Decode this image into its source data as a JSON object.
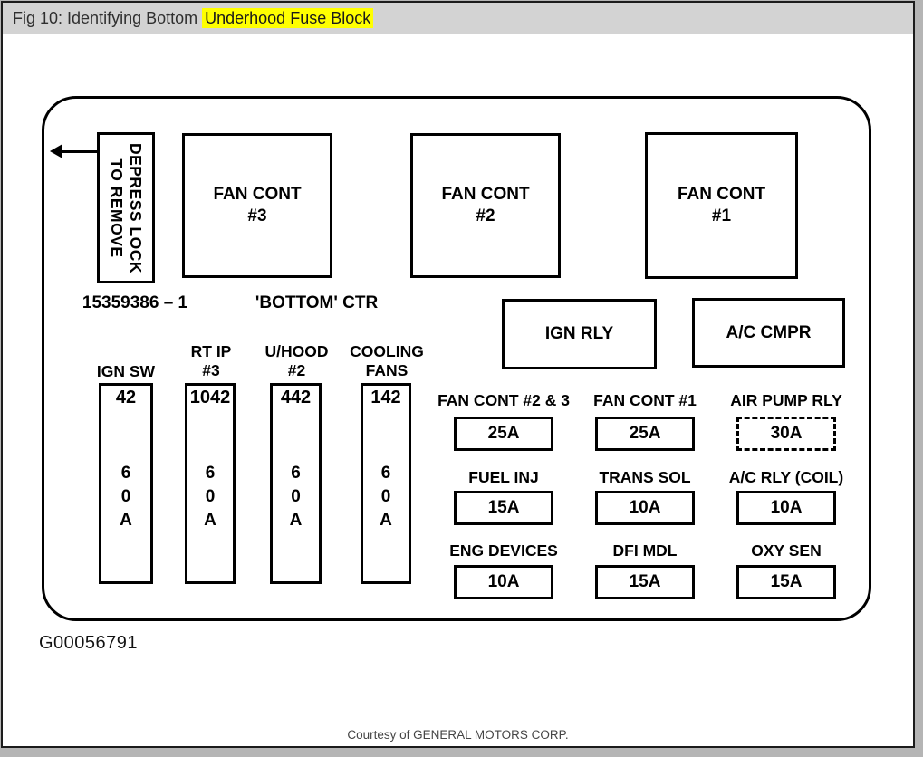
{
  "window": {
    "title_prefix": "Fig 10: Identifying Bottom",
    "title_highlight": "Underhood Fuse Block",
    "highlight_color": "#ffff00",
    "titlebar_bg": "#d3d3d3"
  },
  "diagram": {
    "connector_note_line1": "DEPRESS LOCK",
    "connector_note_line2": "TO REMOVE",
    "part_number": "15359386 – 1",
    "location_label": "'BOTTOM' CTR",
    "fan_relay_boxes": [
      {
        "line1": "FAN CONT",
        "line2": "#3"
      },
      {
        "line1": "FAN CONT",
        "line2": "#2"
      },
      {
        "line1": "FAN CONT",
        "line2": "#1"
      }
    ],
    "relay_boxes": [
      {
        "label": "IGN RLY"
      },
      {
        "label": "A/C CMPR"
      }
    ],
    "maxi_fuses": [
      {
        "name_line1": "IGN SW",
        "name_line2": "",
        "cavity": "42",
        "rating": "6\n0\nA"
      },
      {
        "name_line1": "RT IP",
        "name_line2": "#3",
        "cavity": "1042",
        "rating": "6\n0\nA"
      },
      {
        "name_line1": "U/HOOD",
        "name_line2": "#2",
        "cavity": "442",
        "rating": "6\n0\nA"
      },
      {
        "name_line1": "COOLING",
        "name_line2": "FANS",
        "cavity": "142",
        "rating": "6\n0\nA"
      }
    ],
    "mini_fuses": [
      {
        "name": "FAN CONT #2 & 3",
        "rating": "25A"
      },
      {
        "name": "FAN CONT #1",
        "rating": "25A"
      },
      {
        "name": "AIR PUMP RLY",
        "rating": "30A"
      },
      {
        "name": "FUEL INJ",
        "rating": "15A"
      },
      {
        "name": "TRANS SOL",
        "rating": "10A"
      },
      {
        "name": "A/C RLY (COIL)",
        "rating": "10A"
      },
      {
        "name": "ENG DEVICES",
        "rating": "10A"
      },
      {
        "name": "DFI MDL",
        "rating": "15A"
      },
      {
        "name": "OXY SEN",
        "rating": "15A"
      }
    ],
    "figure_id": "G00056791"
  },
  "footer": {
    "courtesy": "Courtesy of GENERAL MOTORS CORP."
  }
}
